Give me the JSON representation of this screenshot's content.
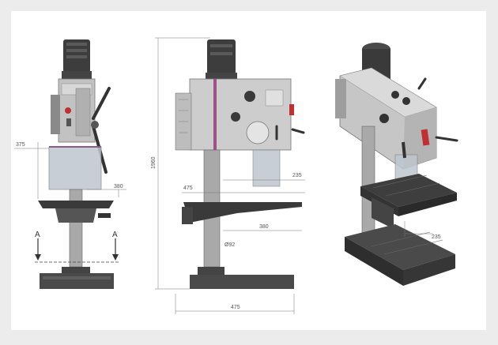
{
  "front_view": {
    "dim_width_left": "375",
    "dim_table": "380",
    "section_left": "A",
    "section_right": "A"
  },
  "side_view": {
    "dim_height": "1960",
    "dim_depth_top": "475",
    "dim_throat": "235",
    "dim_reach": "380",
    "dim_column": "Ø92",
    "dim_base": "475"
  },
  "iso_view": {
    "dim_spindle": "235"
  },
  "colors": {
    "machine": "#b9b9b9",
    "dark": "#3a3a3a",
    "accent": "#a0508a",
    "red": "#c03030"
  }
}
